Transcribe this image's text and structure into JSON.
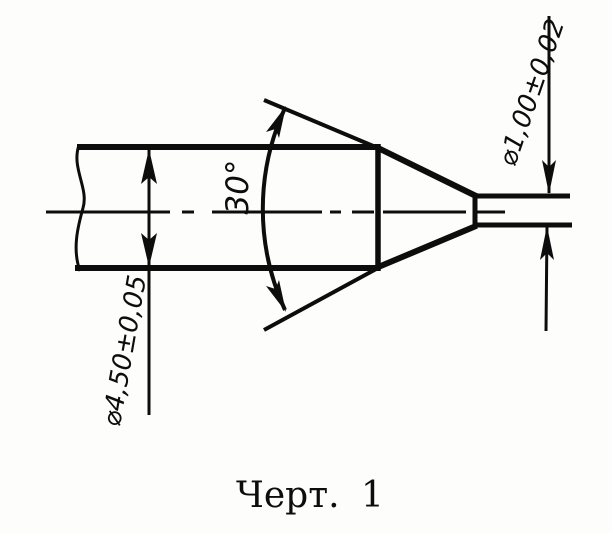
{
  "figure": {
    "caption": "Черт. 1",
    "dimensions": {
      "shank_diameter": "⌀4,50±0,05",
      "tip_diameter": "⌀1,00±0,02",
      "cone_angle": "30°"
    },
    "colors": {
      "ink": "#0d0d0d",
      "paper": "#fdfdfb"
    }
  }
}
